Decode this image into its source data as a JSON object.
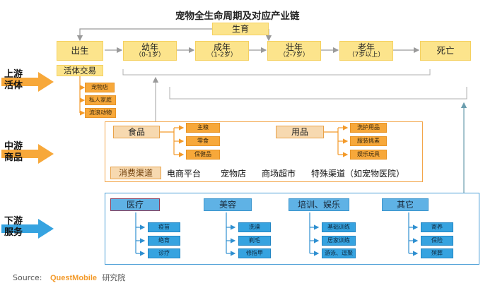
{
  "title": "宠物全生命周期及对应产业链",
  "birth_label": "生育",
  "stages": [
    {
      "name": "出生",
      "sub": ""
    },
    {
      "name": "幼年",
      "sub": "（0-1岁）"
    },
    {
      "name": "成年",
      "sub": "（1-2岁）"
    },
    {
      "name": "壮年",
      "sub": "（2-7岁）"
    },
    {
      "name": "老年",
      "sub": "（7岁以上）"
    },
    {
      "name": "死亡",
      "sub": ""
    }
  ],
  "upstream": {
    "side_label": [
      "上游",
      "活体"
    ],
    "head": "活体交易",
    "items": [
      "宠物店",
      "私人家庭",
      "流浪动物"
    ]
  },
  "midstream": {
    "side_label": [
      "中游",
      "商品"
    ],
    "food": {
      "label": "食品",
      "items": [
        "主粮",
        "零食",
        "保健品"
      ]
    },
    "supplies": {
      "label": "用品",
      "items": [
        "洗护用品",
        "服装挑素",
        "娱乐玩具"
      ]
    },
    "channels": [
      "消费渠道",
      "电商平台",
      "宠物店",
      "商场超市",
      "特殊渠道（如宠物医院）"
    ]
  },
  "downstream": {
    "side_label": [
      "下游",
      "服务"
    ],
    "groups": [
      {
        "label": "医疗",
        "items": [
          "疫苗",
          "绝育",
          "诊疗"
        ]
      },
      {
        "label": "美容",
        "items": [
          "洗澡",
          "剃毛",
          "修指甲"
        ]
      },
      {
        "label": "培训、娱乐",
        "items": [
          "基础训练",
          "居家训练",
          "游泳、逗聚"
        ]
      },
      {
        "label": "其它",
        "items": [
          "寄养",
          "保险",
          "殡葬"
        ]
      }
    ]
  },
  "source": {
    "prefix": "Source:",
    "brand": "QuestMobile",
    "suffix": "研究院"
  },
  "colors": {
    "yellow": "#FCE48C",
    "orange": "#F7A83A",
    "blue": "#36A3E0",
    "gray_line": "#B0B0B0",
    "teal_line": "#6A9DAE"
  }
}
